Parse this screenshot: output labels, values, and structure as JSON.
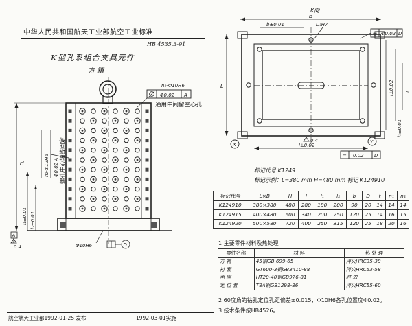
{
  "header": {
    "organization": "中华人民共和国航天工业部航空工业标准",
    "standard_no": "HB 4535.3-91"
  },
  "title": {
    "main": "K型孔系组合夹具元件",
    "sub": "方箱"
  },
  "front_view": {
    "tol_box": [
      "n₁-Φ10H6",
      "Φ0.02",
      "A"
    ],
    "note": "通用中间留空心孔",
    "left_callout": [
      "n₂-Φ12H6",
      "Φ0.02 A"
    ],
    "left_note": "螺孔中心轴线固定",
    "dim_H": "H",
    "dim_l1": "l₁±0.01",
    "dim_l2": "l₂±0.01",
    "datum_A": "A",
    "surface_mark": "0.4",
    "bottom_callout": "Φ10H6",
    "datum_D": "D"
  },
  "top_view": {
    "caption": "K向",
    "dim_B": "B",
    "dim_b": "b±0.01",
    "hole_label": "D:H7",
    "flatness_box": [
      "◎",
      "Φ0.02",
      "D"
    ],
    "dim_L": "L",
    "dim_l": "l±0.02",
    "dim_l1": "l₁±0.01",
    "dim_t": "t",
    "roughness": "0.4",
    "datum_X": "X",
    "datum_Y": "Y",
    "dim_bottom": "l±0.02",
    "symmetry_box": [
      "=",
      "0.02",
      "D"
    ]
  },
  "designation": {
    "line1": "标记代号    K1249",
    "line2": "标记示例：L=380 mm  H=480 mm  标记 K124910"
  },
  "size_table": {
    "headers": [
      "标记代号",
      "L×B",
      "H",
      "l",
      "l₁",
      "l₂",
      "b",
      "D",
      "t",
      "n₁",
      "n₂"
    ],
    "rows": [
      [
        "K124910",
        "380×380",
        "480",
        "280",
        "180",
        "200",
        "90",
        "20",
        "14",
        "14",
        "14"
      ],
      [
        "K124915",
        "400×480",
        "600",
        "340",
        "200",
        "250",
        "120",
        "25",
        "14",
        "16",
        "15"
      ],
      [
        "K124920",
        "500×580",
        "720",
        "400",
        "250",
        "315",
        "120",
        "25",
        "18",
        "20",
        "16"
      ]
    ]
  },
  "materials": {
    "heading": "1  主要零件材料及热处理",
    "headers": [
      "零件名称",
      "材   料",
      "热 处 理"
    ],
    "rows": [
      [
        "方  箱",
        "45钢GB 699-65",
        "淬火HRC35-38"
      ],
      [
        "衬  套",
        "GT600-3钢GB3410-88",
        "淬火HRC53-58"
      ],
      [
        "承  座",
        "HT20-40钢GB976-81",
        "时    效"
      ],
      [
        "定 位 套",
        "T8A钢GB1298-86",
        "淬火HRC55-60"
      ]
    ]
  },
  "notes": [
    "2  60度角的钻孔定位孔距偏差±0.015，Φ10H6各孔位置度Φ0.02。",
    "3  技术条件按HB4526。"
  ],
  "footer": {
    "issued": "航空航天工业部1992-01-25  发布",
    "effective": "1992-03-01实施"
  }
}
